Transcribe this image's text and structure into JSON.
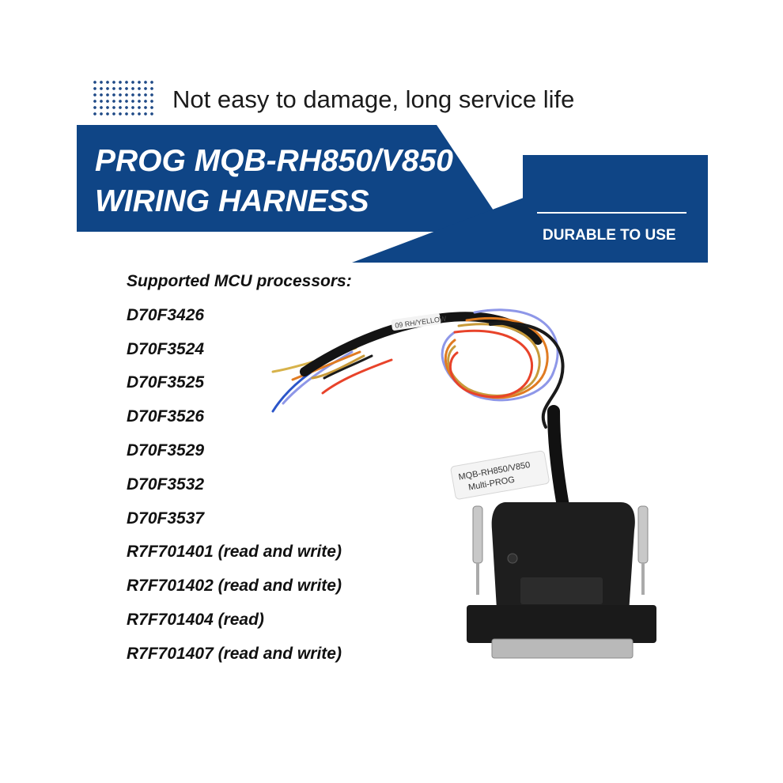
{
  "header": {
    "tagline": "Not easy to damage, long service life"
  },
  "banner": {
    "title_line1": "PROG MQB-RH850/V850",
    "title_line2": "WIRING HARNESS",
    "subtitle": "DURABLE TO USE",
    "color": "#0f4586"
  },
  "mcu_section": {
    "heading": "Supported MCU processors:",
    "items": [
      "D70F3426",
      "D70F3524",
      "D70F3525",
      "D70F3526",
      "D70F3529",
      "D70F3532",
      "D70F3537",
      "R7F701401 (read and write)",
      "R7F701402 (read and write)",
      "R7F701404 (read)",
      "R7F701407 (read and write)"
    ]
  },
  "product": {
    "icon": "db25-wiring-harness-photo",
    "tag_line1": "MQB-RH850/V850",
    "tag_line2": "Multi-PROG",
    "cable_label": "09 RH/YELLOW",
    "wire_colors": [
      "#e8432a",
      "#e07b22",
      "#c89a3a",
      "#d7b24a",
      "#8e97e8",
      "#2b55c9",
      "#7a5a2e",
      "#1a1a1a"
    ]
  }
}
